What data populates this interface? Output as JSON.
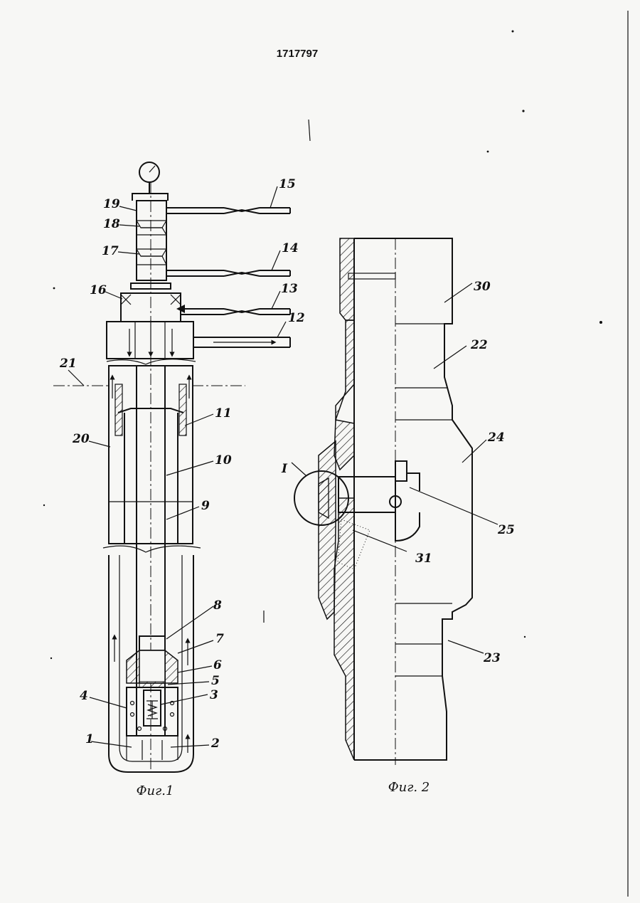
{
  "patent_number": "1717797",
  "figures": [
    {
      "caption": "Фиг.1"
    },
    {
      "caption": "Фиг. 2"
    }
  ],
  "fig1_labels": [
    "1",
    "2",
    "3",
    "4",
    "5",
    "6",
    "7",
    "8",
    "9",
    "10",
    "11",
    "12",
    "13",
    "14",
    "15",
    "16",
    "17",
    "18",
    "19",
    "20",
    "21"
  ],
  "fig2_labels": [
    "22",
    "23",
    "24",
    "25",
    "30",
    "31",
    "I"
  ],
  "colors": {
    "ink": "#111111",
    "paper": "#f7f7f5"
  }
}
